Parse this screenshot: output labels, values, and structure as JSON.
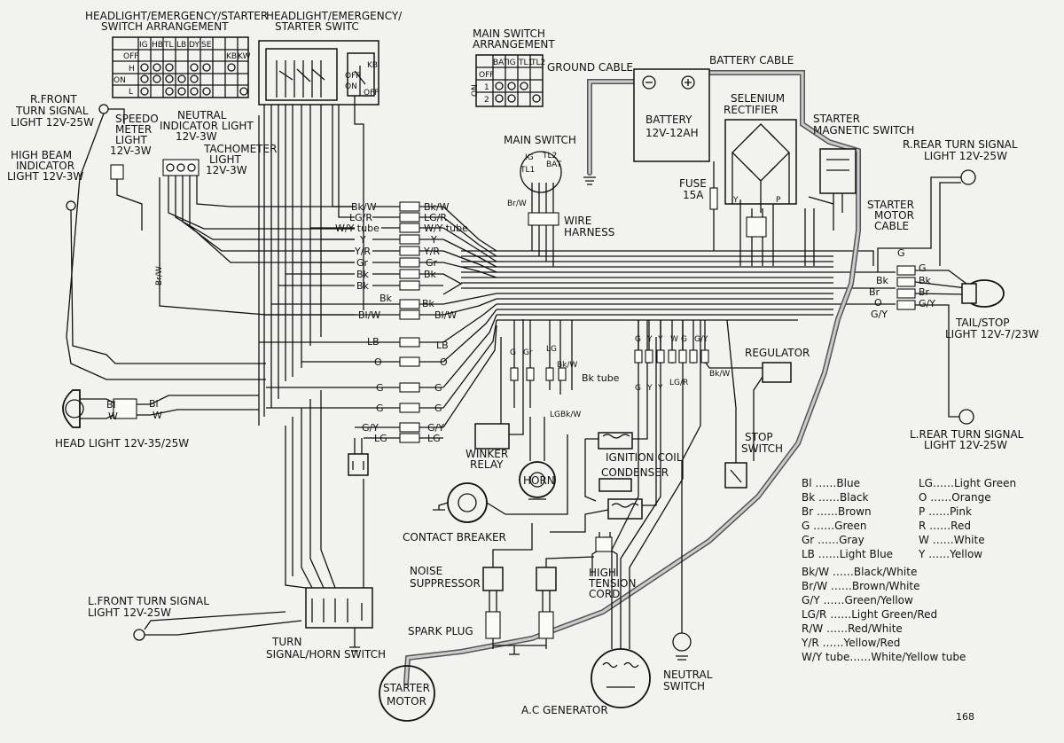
{
  "labels": {
    "headlight_sw_arr": [
      "HEADLIGHT/EMERGENCY/STARTER",
      "SWITCH ARRANGEMENT"
    ],
    "headlight_sw": [
      "HEADLIGHT/EMERGENCY/",
      "STARTER SWITC"
    ],
    "main_sw_arr": [
      "MAIN SWITCH",
      "ARRANGEMENT"
    ],
    "ground_cable": "GROUND CABLE",
    "battery_cable": "BATTERY CABLE",
    "battery": [
      "BATTERY",
      "12V-12AH"
    ],
    "selenium": [
      "SELENIUM",
      "RECTIFIER"
    ],
    "starter_mag": [
      "STARTER",
      "MAGNETIC SWITCH"
    ],
    "rfront_turn": [
      "R.FRONT",
      "TURN SIGNAL",
      "LIGHT 12V-25W"
    ],
    "speedo": [
      "SPEEDO",
      "METER",
      "LIGHT",
      "12V-3W"
    ],
    "neutral_ind": [
      "NEUTRAL",
      "INDICATOR LIGHT",
      "12V-3W"
    ],
    "tacho": [
      "TACHOMETER",
      "LIGHT",
      "12V-3W"
    ],
    "high_beam": [
      "HIGH BEAM",
      "INDICATOR",
      "LIGHT 12V-3W"
    ],
    "main_switch": "MAIN SWITCH",
    "wire_harness": [
      "WIRE",
      "HARNESS"
    ],
    "fuse": [
      "FUSE",
      "15A"
    ],
    "rrear_turn": [
      "R.REAR TURN SIGNAL",
      "LIGHT 12V-25W"
    ],
    "starter_cable": [
      "STARTER",
      "MOTOR",
      "CABLE"
    ],
    "tail_stop": [
      "TAIL/STOP",
      "LIGHT 12V-7/23W"
    ],
    "regulator": "REGULATOR",
    "head_light": "HEAD LIGHT 12V-35/25W",
    "winker_relay": [
      "WINKER",
      "RELAY"
    ],
    "horn": "HORN",
    "ignition_coil": "IGNITION COIL",
    "condenser": "CONDENSER",
    "stop_switch": [
      "STOP",
      "SWITCH"
    ],
    "lrear_turn": [
      "L.REAR TURN SIGNAL",
      "LIGHT 12V-25W"
    ],
    "contact_breaker": "CONTACT BREAKER",
    "noise_supp": [
      "NOISE",
      "SUPPRESSOR"
    ],
    "high_tension": [
      "HIGH",
      "TENSION",
      "CORD"
    ],
    "lfront_turn": [
      "L.FRONT TURN SIGNAL",
      "LIGHT 12V-25W"
    ],
    "spark_plug": "SPARK PLUG",
    "turn_horn_sw": [
      "TURN",
      "SIGNAL/HORN SWITCH"
    ],
    "starter_motor": [
      "STARTER",
      "MOTOR"
    ],
    "neutral_sw": [
      "NEUTRAL",
      "SWITCH"
    ],
    "ac_gen": "A.C GENERATOR",
    "bk_tube": "Bk tube"
  },
  "switch_table": {
    "cols": [
      "IG",
      "HB",
      "TL",
      "LB",
      "DY",
      "SE",
      "",
      "KB",
      "KW"
    ],
    "rows": [
      "OFF",
      "H",
      "L"
    ],
    "group": "ON"
  },
  "main_switch_table": {
    "cols": [
      "BAT",
      "IG",
      "TL1",
      "TL2"
    ],
    "rows": [
      "OFF",
      "1",
      "2"
    ],
    "group": "ON"
  },
  "switch_small": {
    "states": [
      "KB",
      "OFF",
      "ON",
      "OFF"
    ]
  },
  "main_sw_terms": [
    "IG",
    "TL2",
    "TL1",
    "BAT"
  ],
  "wire_colors": {
    "left_rows": [
      {
        "l": "Bk/W",
        "r": "Bk/W"
      },
      {
        "l": "LG/R",
        "r": "LG/R"
      },
      {
        "l": "W/Y tube",
        "r": "W/Y tube"
      },
      {
        "l": "Y",
        "r": "Y"
      },
      {
        "l": "Y/R",
        "r": "Y/R"
      },
      {
        "l": "Gr",
        "r": "Gr"
      },
      {
        "l": "Bk",
        "r": "Bk"
      },
      {
        "l": "Bk",
        "r": ""
      }
    ],
    "lower_rows": [
      {
        "l": "Bk",
        "r": "Bk"
      },
      {
        "l": "Bl/W",
        "r": "Bl/W"
      },
      {
        "l": "LB",
        "r": "LB"
      },
      {
        "l": "O",
        "r": "O"
      },
      {
        "l": "G",
        "r": "G"
      },
      {
        "l": "G",
        "r": "G"
      },
      {
        "l": "G/Y",
        "r": "G/Y"
      },
      {
        "l": "LG",
        "r": "LG"
      }
    ],
    "headlight": [
      "Bl",
      "W"
    ],
    "brw": "Br/W",
    "tail_rows": [
      "G",
      "G",
      "Bk",
      "Br",
      "Br",
      "G/Y",
      "G/Y"
    ],
    "tail_rows_l": [
      "G",
      "Bk",
      "Br",
      "O",
      "G/Y"
    ]
  },
  "legend": {
    "left": [
      {
        "code": "Bl",
        "name": "Blue"
      },
      {
        "code": "Bk",
        "name": "Black"
      },
      {
        "code": "Br",
        "name": "Brown"
      },
      {
        "code": "G",
        "name": "Green"
      },
      {
        "code": "Gr",
        "name": "Gray"
      },
      {
        "code": "LB",
        "name": "Light Blue"
      }
    ],
    "right": [
      {
        "code": "LG",
        "name": "Light Green"
      },
      {
        "code": "O",
        "name": "Orange"
      },
      {
        "code": "P",
        "name": "Pink"
      },
      {
        "code": "R",
        "name": "Red"
      },
      {
        "code": "W",
        "name": "White"
      },
      {
        "code": "Y",
        "name": "Yellow"
      }
    ],
    "combined": [
      {
        "code": "Bk/W",
        "name": "Black/White"
      },
      {
        "code": "Br/W",
        "name": "Brown/White"
      },
      {
        "code": "G/Y",
        "name": "Green/Yellow"
      },
      {
        "code": "LG/R",
        "name": "Light Green/Red"
      },
      {
        "code": "R/W",
        "name": "Red/White"
      },
      {
        "code": "Y/R",
        "name": "Yellow/Red"
      },
      {
        "code": "W/Y tube",
        "name": "White/Yellow tube"
      }
    ],
    "dots": "……"
  },
  "page_number": "168"
}
